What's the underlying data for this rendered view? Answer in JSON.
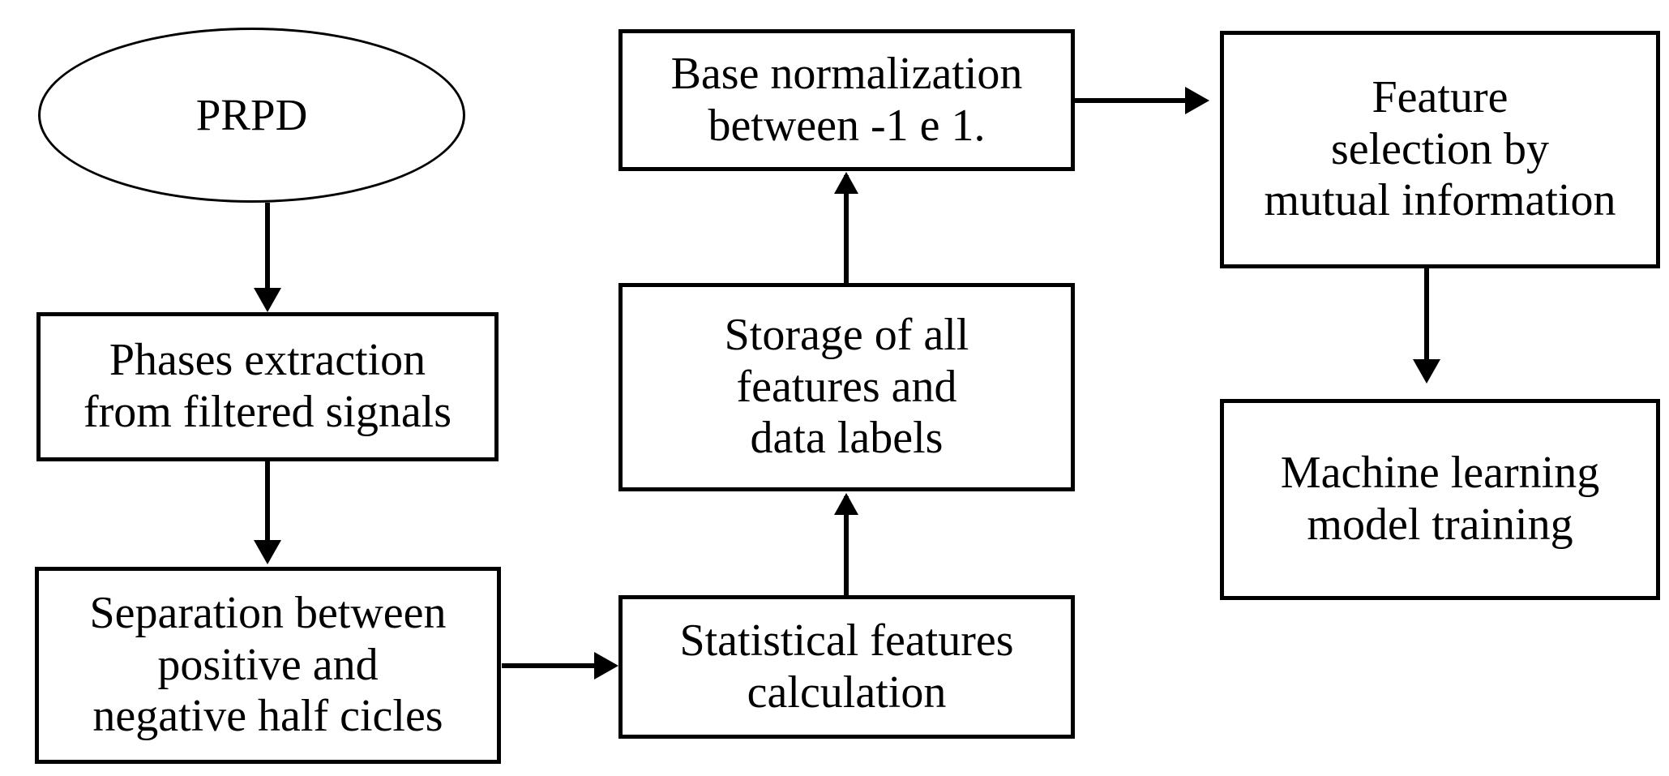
{
  "diagram": {
    "title": "Partial discharge machine learning pipeline flowchart",
    "colors": {
      "background": "#ffffff",
      "stroke": "#000000",
      "text": "#000000"
    },
    "nodes": [
      {
        "id": "prpd",
        "shape": "ellipse",
        "label": "PRPD"
      },
      {
        "id": "phases",
        "shape": "rectangle",
        "label": "Phases extraction\nfrom filtered signals"
      },
      {
        "id": "separation",
        "shape": "rectangle",
        "label": "Separation between\npositive and\nnegative half cicles"
      },
      {
        "id": "statistical",
        "shape": "rectangle",
        "label": "Statistical features\ncalculation"
      },
      {
        "id": "storage",
        "shape": "rectangle",
        "label": "Storage of all\nfeatures and\ndata labels"
      },
      {
        "id": "basenorm",
        "shape": "rectangle",
        "label": "Base normalization\nbetween -1 e 1."
      },
      {
        "id": "featsel",
        "shape": "rectangle",
        "label": "Feature\nselection by\nmutual information"
      },
      {
        "id": "mltrain",
        "shape": "rectangle",
        "label": "Machine learning\nmodel training"
      }
    ],
    "edges": [
      {
        "id": "prpd-phases",
        "from": "prpd",
        "to": "phases",
        "direction": "down"
      },
      {
        "id": "phases-separation",
        "from": "phases",
        "to": "separation",
        "direction": "down"
      },
      {
        "id": "separation-statistical",
        "from": "separation",
        "to": "statistical",
        "direction": "right"
      },
      {
        "id": "statistical-storage",
        "from": "statistical",
        "to": "storage",
        "direction": "up"
      },
      {
        "id": "storage-basenorm",
        "from": "storage",
        "to": "basenorm",
        "direction": "up"
      },
      {
        "id": "basenorm-featsel",
        "from": "basenorm",
        "to": "featsel",
        "direction": "right"
      },
      {
        "id": "featsel-mltrain",
        "from": "featsel",
        "to": "mltrain",
        "direction": "down"
      }
    ]
  }
}
